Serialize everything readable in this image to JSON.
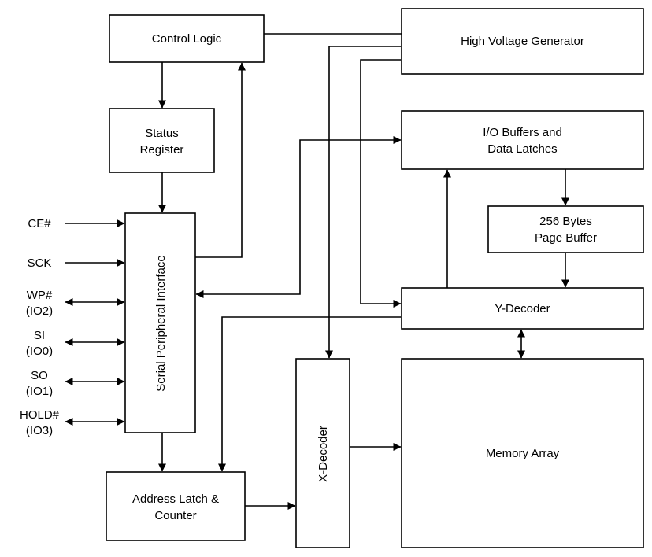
{
  "blocks": {
    "control_logic": "Control Logic",
    "status_register": [
      "Status",
      "Register"
    ],
    "spi": "Serial Peripheral Interface",
    "address_latch": [
      "Address Latch &",
      "Counter"
    ],
    "high_voltage": "High Voltage Generator",
    "io_buffers": [
      "I/O Buffers and",
      "Data Latches"
    ],
    "page_buffer": [
      "256 Bytes",
      "Page Buffer"
    ],
    "y_decoder": "Y-Decoder",
    "x_decoder": "X-Decoder",
    "memory_array": "Memory Array"
  },
  "pins": {
    "ce": [
      "CE#"
    ],
    "sck": [
      "SCK"
    ],
    "wp": [
      "WP#",
      "(IO2)"
    ],
    "si": [
      "SI",
      "(IO0)"
    ],
    "so": [
      "SO",
      "(IO1)"
    ],
    "hold": [
      "HOLD#",
      "(IO3)"
    ]
  }
}
